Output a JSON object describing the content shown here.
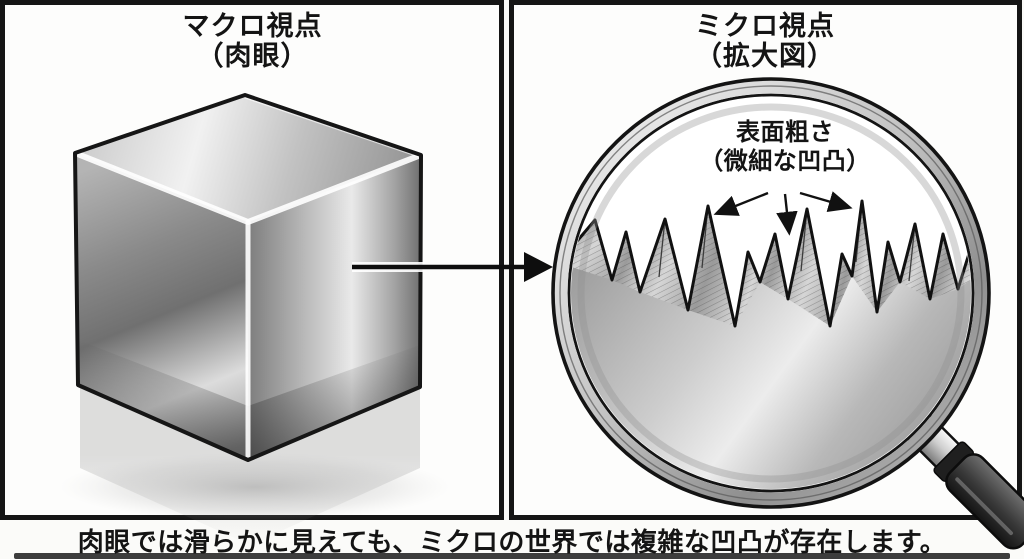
{
  "colors": {
    "ink": "#141414",
    "paper": "#fbfbf9",
    "panel_bg": "#fdfdfc",
    "metal_light": "#e8e8e8",
    "metal_mid": "#9a9a9a",
    "metal_dark": "#4a4a4a"
  },
  "left_panel": {
    "title_line1": "マクロ視点",
    "title_line2": "（肉眼）"
  },
  "right_panel": {
    "title_line1": "ミクロ視点",
    "title_line2": "（拡大図）"
  },
  "lens_annotation": {
    "line1": "表面粗さ",
    "line2": "（微細な凹凸）"
  },
  "caption": "肉眼では滑らかに見えても、ミクロの世界では複雑な凹凸が存在します。"
}
